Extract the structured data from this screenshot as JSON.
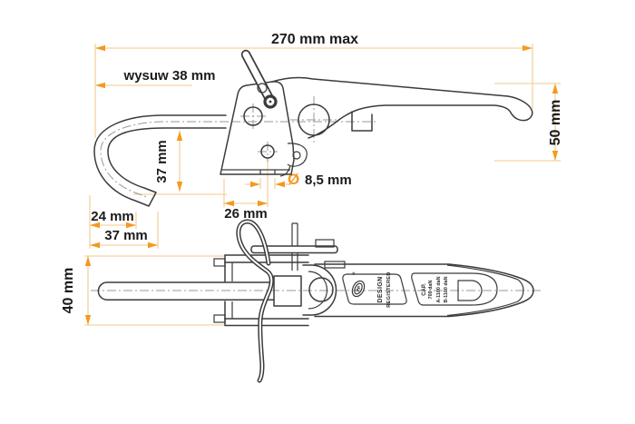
{
  "drawing": {
    "type": "technical-drawing",
    "subject": "lever tension lock / bortwandverschluss, side view and top view",
    "colors": {
      "background": "#ffffff",
      "dimension_line": "#f3d3a0",
      "dimension_arrow": "#f5991e",
      "drawing_line": "#3b3b3b",
      "centerline": "#9a9a9a",
      "text": "#1b1b1b"
    },
    "dims": {
      "overall": "270 mm max",
      "stroke": "wysuw 38 mm",
      "height": "50 mm",
      "hook_drop": "37 mm",
      "dia_symbol": "Ø",
      "dia": "8,5 mm",
      "hole_offset": "26 mm",
      "tip": "24 mm",
      "hook_depth": "37 mm",
      "plate_width": "40 mm"
    },
    "markings": {
      "design": "DESIGN",
      "registered": "REGISTERED",
      "cap": "CAP.",
      "cap_value": "700 daN",
      "cap_a": "A-1100 daN",
      "cap_b": "B-1100 daN",
      "logo": "PP",
      "reg_mark": "®"
    }
  }
}
